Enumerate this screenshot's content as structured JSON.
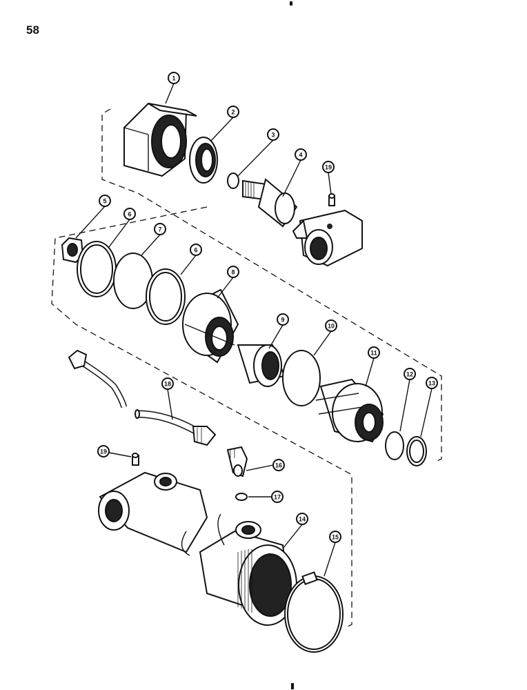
{
  "page": {
    "number": "58"
  },
  "callouts": [
    "1",
    "2",
    "3",
    "4",
    "19",
    "5",
    "6",
    "7",
    "6",
    "8",
    "9",
    "10",
    "11",
    "12",
    "13",
    "18",
    "19",
    "16",
    "17",
    "14",
    "15"
  ],
  "colors": {
    "ink": "#111111",
    "paper": "#ffffff"
  }
}
